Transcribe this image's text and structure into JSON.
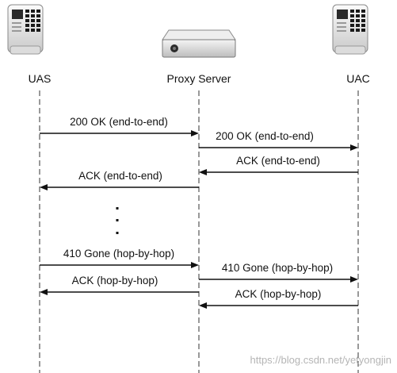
{
  "nodes": [
    {
      "id": "uas",
      "label": "UAS",
      "icon": "phone-icon"
    },
    {
      "id": "proxy",
      "label": "Proxy Server",
      "icon": "server-icon"
    },
    {
      "id": "uac",
      "label": "UAC",
      "icon": "phone-icon"
    }
  ],
  "messages": [
    {
      "from": "uas",
      "to": "proxy",
      "label": "200 OK (end-to-end)"
    },
    {
      "from": "proxy",
      "to": "uac",
      "label": "200 OK (end-to-end)"
    },
    {
      "from": "uac",
      "to": "proxy",
      "label": "ACK (end-to-end)"
    },
    {
      "from": "proxy",
      "to": "uas",
      "label": "ACK (end-to-end)"
    },
    {
      "from": "uas",
      "to": "proxy",
      "label": "410 Gone (hop-by-hop)"
    },
    {
      "from": "proxy",
      "to": "uac",
      "label": "410 Gone (hop-by-hop)"
    },
    {
      "from": "proxy",
      "to": "uas",
      "label": "ACK (hop-by-hop)"
    },
    {
      "from": "uac",
      "to": "proxy",
      "label": "ACK (hop-by-hop)"
    }
  ],
  "continuation": "...",
  "watermark": "https://blog.csdn.net/yetyongjin",
  "colors": {
    "line": "#111111",
    "lifeline": "#333333",
    "watermark": "#b5b5b5"
  }
}
